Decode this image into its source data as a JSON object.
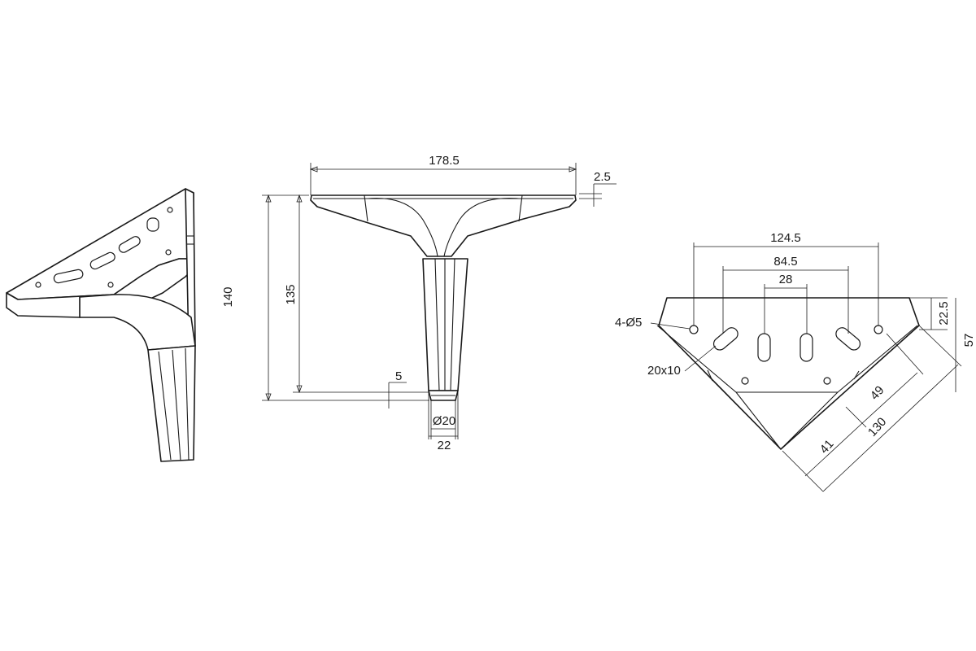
{
  "dimensions": {
    "iso_height": "140",
    "front_width": "178.5",
    "front_thickness": "2.5",
    "front_height": "135",
    "foot_offset": "5",
    "foot_diameter": "Ø20",
    "foot_width": "22",
    "plate_outer": "124.5",
    "plate_mid": "84.5",
    "plate_inner": "28",
    "holes": "4-Ø5",
    "slots": "20x10",
    "plate_offset": "22.5",
    "plate_depth": "57",
    "diag_inner": "49",
    "diag_outer": "130",
    "diag_side": "41"
  },
  "colors": {
    "stroke": "#1a1a1a",
    "background": "#ffffff"
  }
}
